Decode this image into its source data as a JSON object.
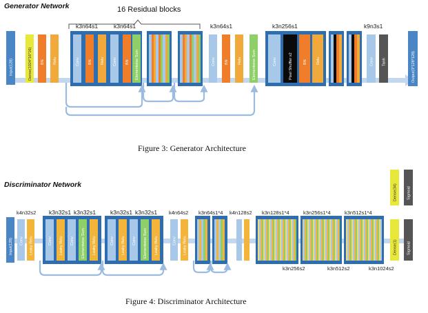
{
  "generator": {
    "title": "Generator Network",
    "caption": "Figure 3:  Generator Architecture",
    "residual_label": "16 Residual blocks",
    "labels": {
      "res_first": "k3n64s1",
      "res_second": "k3n64s1",
      "mid": "k3n64s1",
      "up": "k3n256s1",
      "out": "k9n3s1"
    },
    "blocks": {
      "input": "Input(128)",
      "dense": "Dense(1024*16*16)",
      "bn": "BN",
      "relu": "Relu",
      "conv": "Conv",
      "elementwise_sum": "Elementwise Sum",
      "pixel_shuffler": "Pixel Shuffler x2",
      "tanh": "Tanh",
      "output": "Output(3*128*128)"
    }
  },
  "discriminator": {
    "title": "Discriminator Network",
    "caption": "Figure 4:  Discriminator Architecture",
    "labels": {
      "first": "k4n32s2",
      "r1a": "k3n32s1",
      "r1b": "k3n32s1",
      "r2a": "k3n32s1",
      "r2b": "k3n32s1",
      "mid1": "k4n64s2",
      "res64": "k3n64s1*4",
      "mid2": "k4n128s2",
      "res128": "k3n128s1*4",
      "res256": "k3n256s1*4",
      "res512": "k3n512s1*4",
      "down256": "k3n256s2",
      "down512": "k3n512s2",
      "down1024": "k3n1024s2"
    },
    "blocks": {
      "input": "Input(128)",
      "conv": "Conv",
      "leaky_relu": "Leaky Relu",
      "elementwise_sum": "Elementwise Sum",
      "dense34": "Dense(34)",
      "dense1": "Dense(1)",
      "sigmoid": "Sigmoid"
    }
  },
  "colors": {
    "input": "#4a86c5",
    "dense": "#e8e83a",
    "bn": "#ef7d2a",
    "relu": "#f2a93b",
    "conv": "#a7c8e8",
    "elementwise": "#8fcf6a",
    "pixel_shuffler": "#0a0a0a",
    "tanh": "#555555",
    "container": "#2f6db1",
    "arrow": "#9cbbe0",
    "leaky": "#f2b43a"
  }
}
